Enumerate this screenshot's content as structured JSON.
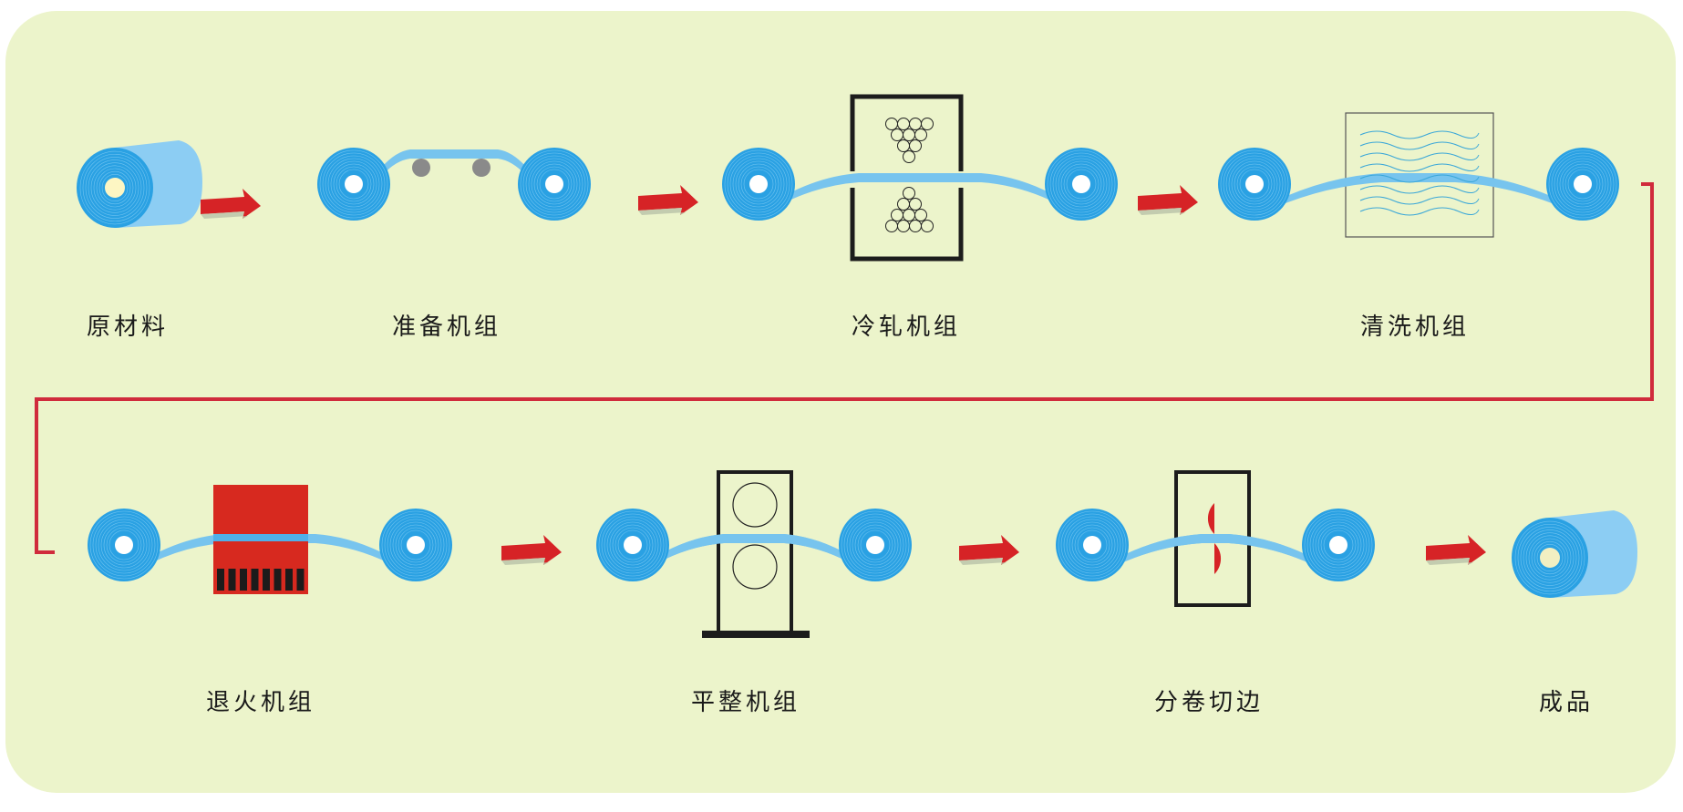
{
  "title": "",
  "colors": {
    "background": "#ecf4cb",
    "coil": "#2aa1e3",
    "coil_ring": "#8fd3f7",
    "strip": "#77c4ee",
    "arrow": "#d62326",
    "connector": "#d02b3c",
    "frame": "#1c1c1c",
    "furnace": "#d7291f",
    "roller": "#8a8a8a"
  },
  "stages": [
    {
      "id": "raw-material",
      "label": "原材料"
    },
    {
      "id": "preparation",
      "label": "准备机组"
    },
    {
      "id": "cold-rolling",
      "label": "冷轧机组"
    },
    {
      "id": "cleaning",
      "label": "清洗机组"
    },
    {
      "id": "annealing",
      "label": "退火机组"
    },
    {
      "id": "leveling",
      "label": "平整机组"
    },
    {
      "id": "slitting",
      "label": "分卷切边"
    },
    {
      "id": "finished-product",
      "label": "成品"
    }
  ],
  "icons": [
    "coil-icon",
    "flow-arrow-icon",
    "rolling-mill-icon",
    "cleaning-tank-icon",
    "annealing-furnace-icon",
    "leveler-icon",
    "slitter-icon"
  ]
}
